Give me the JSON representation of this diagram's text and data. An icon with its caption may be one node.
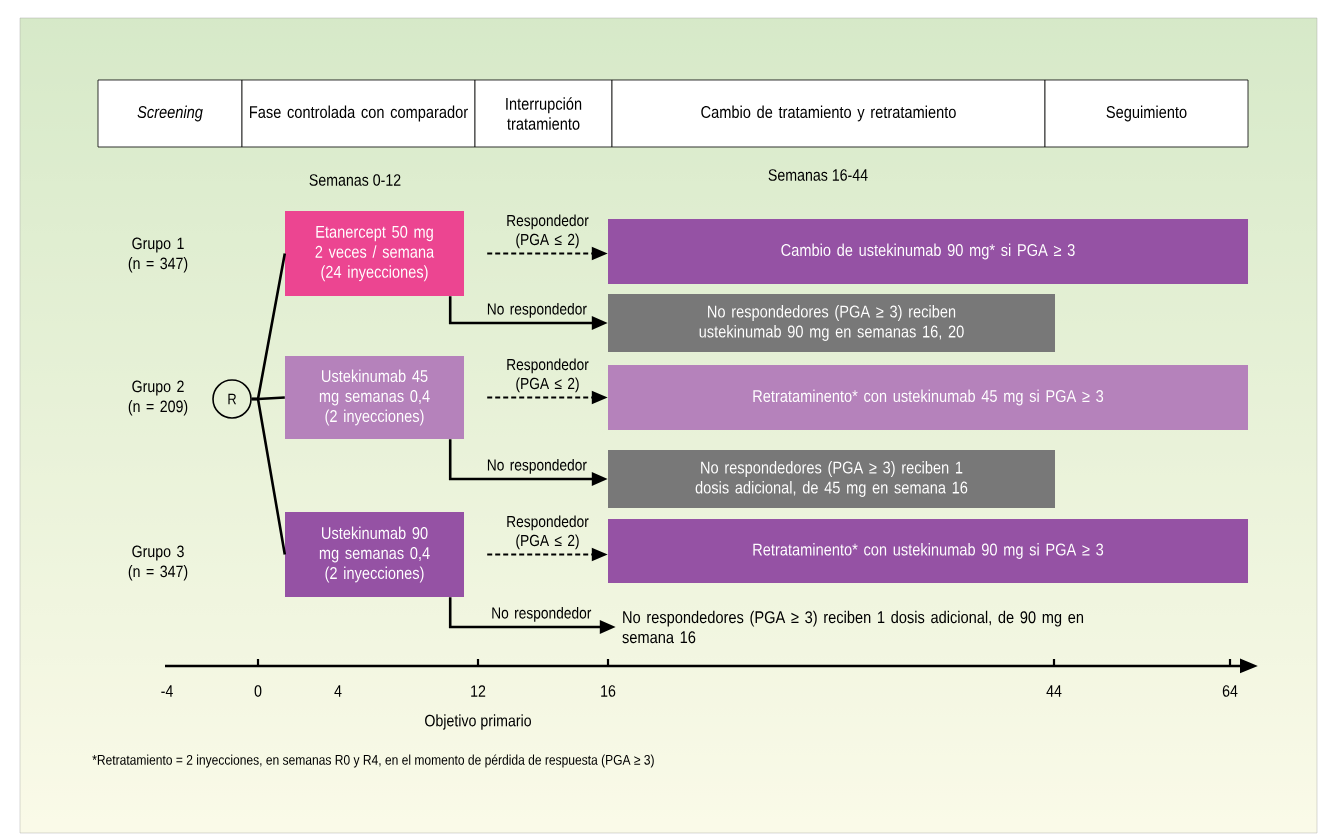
{
  "diagram": {
    "nodes": [
      {
        "text": [
          "Screening"
        ]
      },
      {
        "text": [
          "Fase controlada con comparador"
        ]
      },
      {
        "text": [
          "Interrupción tratamiento"
        ]
      },
      {
        "text": [
          "Cambio de tratamiento y retratamiento"
        ]
      },
      {
        "text": [
          "Seguimiento"
        ]
      },
      {
        "text": [
          "R"
        ]
      },
      {
        "text": [
          "Etanercept 50 mg 2 veces / semana (24 inyecciones)"
        ]
      },
      {
        "text": [
          "Ustekinumab 45 mg semanas 0,4 (2 inyecciones)"
        ]
      },
      {
        "text": [
          "Ustekinumab 90 mg semanas 0,4 (2 inyecciones)"
        ]
      },
      {
        "text": [
          "Cambio de ustekinumab 90 mg* si PGA ≥ 3"
        ]
      },
      {
        "text": [
          "No respondedores (PGA ≥ 3) reciben ustekinumab 90 mg en semanas 16, 20"
        ]
      },
      {
        "text": [
          "Retrataminento* con ustekinumab 45 mg si PGA ≥ 3"
        ]
      },
      {
        "text": [
          "No respondedores (PGA ≥ 3) reciben 1 dosis adicional, de 45 mg en semana 16"
        ]
      },
      {
        "text": [
          "Retrataminento* con ustekinumab 90 mg si PGA ≥ 3"
        ]
      },
      {
        "text": [
          "No respondedores (PGA ≥ 3) reciben 1 dosis adicional, de 90 mg en semana 16"
        ]
      }
    ],
    "edges": [
      {
        "from": 5,
        "to": 6,
        "arrow": "none"
      },
      {
        "from": 5,
        "to": 7,
        "arrow": "none"
      },
      {
        "from": 5,
        "to": 8,
        "arrow": "none"
      },
      {
        "from": 6,
        "to": 9,
        "arrow": "to",
        "style": "dashed",
        "label": "Respondedor (PGA ≤ 2)"
      },
      {
        "from": 6,
        "to": 10,
        "arrow": "to",
        "label": "No respondedor"
      },
      {
        "from": 7,
        "to": 11,
        "arrow": "to",
        "style": "dashed",
        "label": "Respondedor (PGA ≤ 2)"
      },
      {
        "from": 7,
        "to": 12,
        "arrow": "to",
        "label": "No respondedor"
      },
      {
        "from": 8,
        "to": 13,
        "arrow": "to",
        "style": "dashed",
        "label": "Respondedor (PGA ≤ 2)"
      },
      {
        "from": 8,
        "to": 14,
        "arrow": "to",
        "label": "No respondedor"
      }
    ],
    "labels": [
      "Semanas 0-12",
      "Semanas 16-44",
      "Grupo 1 (n = 347)",
      "Grupo 2 (n = 209)",
      "Grupo 3 (n = 347)",
      "-4",
      "0",
      "4",
      "12",
      "16",
      "44",
      "64",
      "Objetivo primario",
      "*Retratamiento = 2 inyecciones, en semanas R0 y R4, en el momento de pérdida de respuesta (PGA ≥ 3)"
    ]
  }
}
